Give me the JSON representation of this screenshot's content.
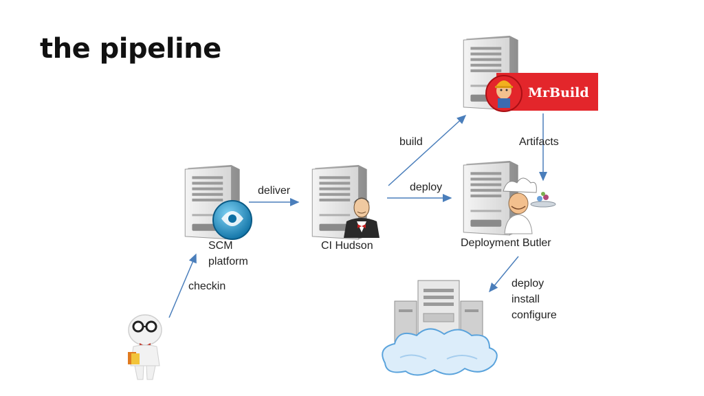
{
  "title": "the pipeline",
  "nodes": {
    "scm": {
      "label": "SCM\nplatform"
    },
    "ci": {
      "label": "CI Hudson"
    },
    "butler": {
      "label": "Deployment Butler"
    },
    "mrbuild": {
      "logo_text": "MrBuild"
    }
  },
  "edges": {
    "checkin": "checkin",
    "deliver": "deliver",
    "build": "build",
    "deploy": "deploy",
    "artifacts": "Artifacts",
    "deploy_targets": "deploy\ninstall\nconfigure"
  },
  "colors": {
    "arrow": "#4a7ebb",
    "mrbuild_bg": "#e3262b",
    "server_body": "#e6e6e6"
  },
  "icons": [
    "server-icon",
    "developer-icon",
    "scm-logo-icon",
    "hudson-butler-icon",
    "builder-icon",
    "chef-butler-icon",
    "cloud-servers-icon"
  ]
}
